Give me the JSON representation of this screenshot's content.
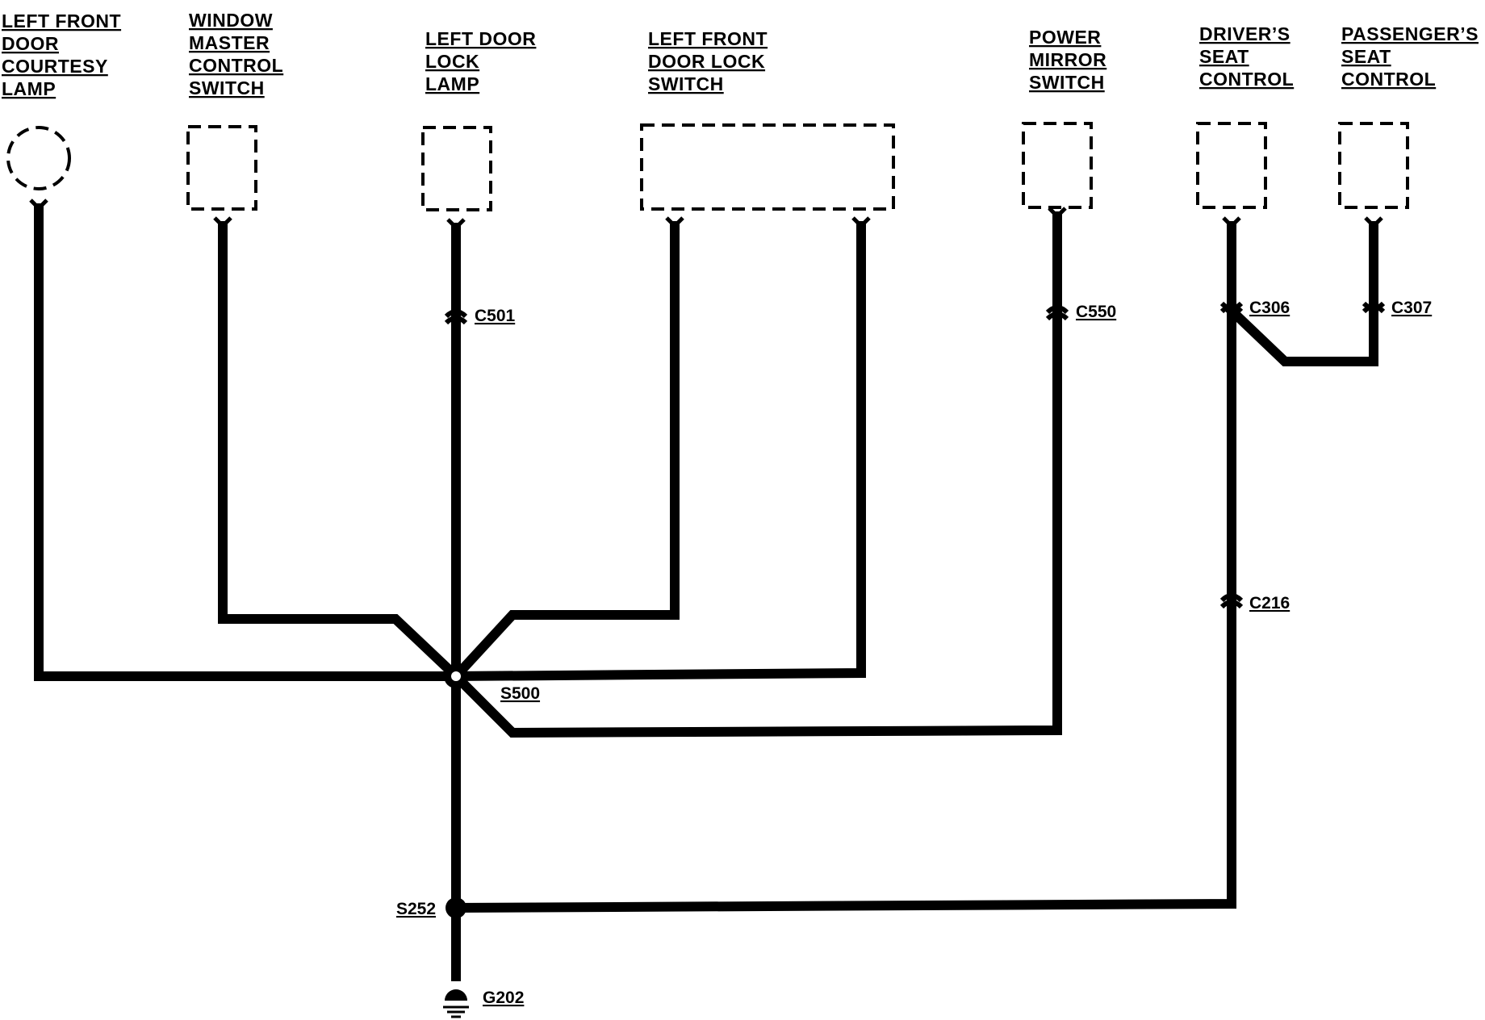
{
  "components": {
    "courtesy_lamp": [
      "LEFT FRONT",
      "DOOR",
      "COURTESY",
      "LAMP"
    ],
    "window_master": [
      "WINDOW",
      "MASTER",
      "CONTROL",
      "SWITCH"
    ],
    "lock_lamp": [
      "LEFT DOOR",
      "LOCK",
      "LAMP"
    ],
    "lock_switch": [
      "LEFT FRONT",
      "DOOR LOCK",
      "SWITCH"
    ],
    "mirror_switch": [
      "POWER",
      "MIRROR",
      "SWITCH"
    ],
    "driver_seat": [
      "DRIVER’S",
      "SEAT",
      "CONTROL"
    ],
    "passenger_seat": [
      "PASSENGER’S",
      "SEAT",
      "CONTROL"
    ]
  },
  "connectors": {
    "c501": "C501",
    "c550": "C550",
    "c306": "C306",
    "c307": "C307",
    "c216": "C216"
  },
  "splices": {
    "s500": "S500",
    "s252": "S252"
  },
  "ground": {
    "g202": "G202"
  }
}
